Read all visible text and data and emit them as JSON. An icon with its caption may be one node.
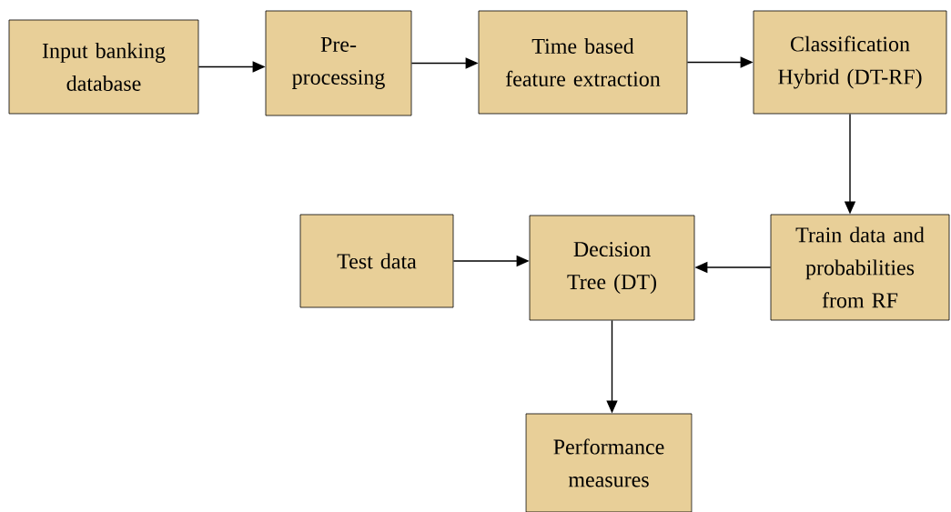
{
  "diagram": {
    "nodes": [
      {
        "text": [
          "Input banking database"
        ]
      },
      {
        "text": [
          "Pre-processing"
        ]
      },
      {
        "text": [
          "Time based feature extraction"
        ]
      },
      {
        "text": [
          "Classification Hybrid (DT-RF)"
        ]
      },
      {
        "text": [
          "Test data"
        ]
      },
      {
        "text": [
          "Decision Tree (DT)"
        ]
      },
      {
        "text": [
          "Train data and probabilities from RF"
        ]
      },
      {
        "text": [
          "Performance measures"
        ]
      }
    ],
    "edges": [
      {
        "from": 0,
        "to": 1,
        "arrow": "to"
      },
      {
        "from": 1,
        "to": 2,
        "arrow": "to"
      },
      {
        "from": 2,
        "to": 3,
        "arrow": "to"
      },
      {
        "from": 3,
        "to": 6,
        "arrow": "to"
      },
      {
        "from": 6,
        "to": 5,
        "arrow": "to"
      },
      {
        "from": 4,
        "to": 5,
        "arrow": "to"
      },
      {
        "from": 5,
        "to": 7,
        "arrow": "to"
      }
    ]
  }
}
